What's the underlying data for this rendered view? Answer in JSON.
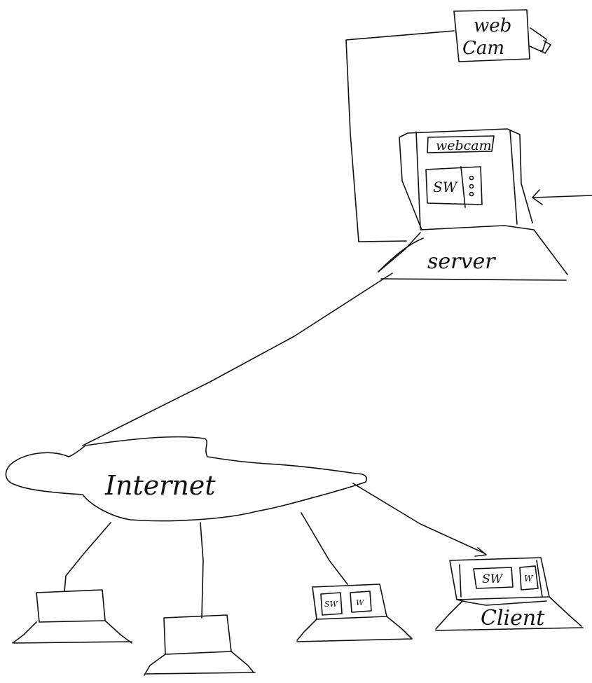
{
  "ink_color": "#111111",
  "background_color": "#ffffff",
  "webcam": {
    "label_line1": "web",
    "label_line2": "Cam"
  },
  "server": {
    "label": "server",
    "screen_window_label": "webcam",
    "screen_software_label": "SW"
  },
  "internet": {
    "label": "Internet"
  },
  "clients": [
    {
      "screen_labels": []
    },
    {
      "screen_labels": []
    },
    {
      "screen_labels": [
        "SW",
        "W"
      ]
    },
    {
      "label": "Client",
      "screen_labels": [
        "SW",
        "W"
      ]
    }
  ]
}
